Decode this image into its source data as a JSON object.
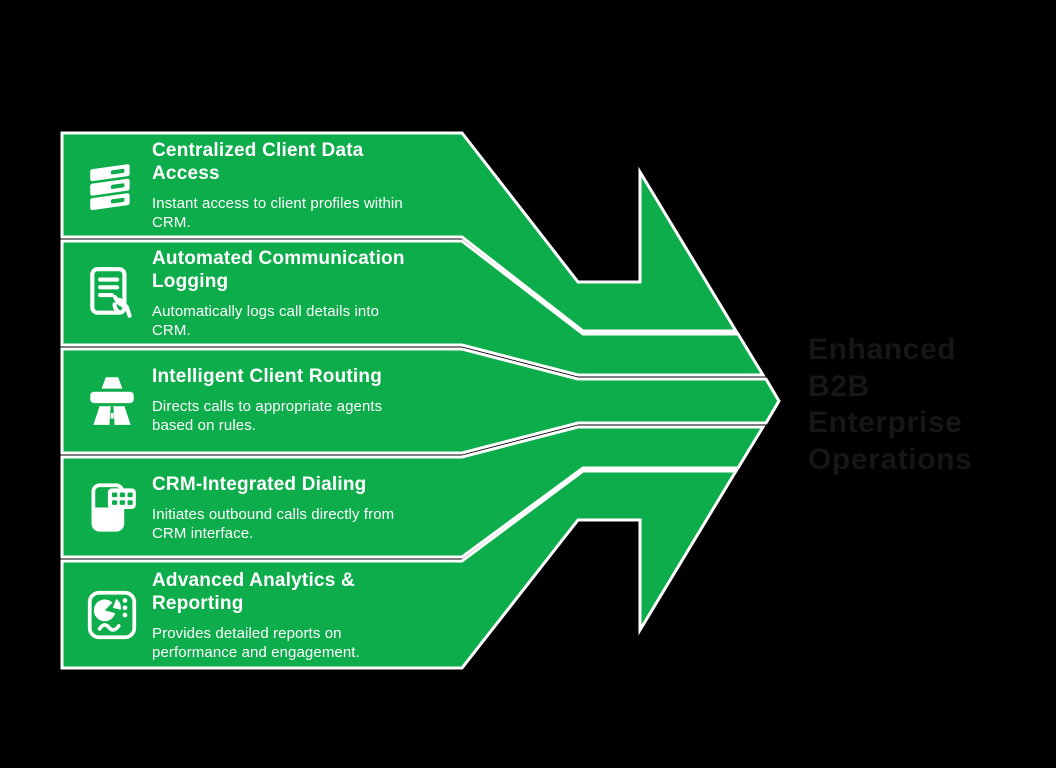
{
  "colors": {
    "background": "#000000",
    "accent_green": "#0cad4a",
    "separator_white": "#ffffff",
    "band_text": "#ffffff",
    "outcome_text": "#161616"
  },
  "bands": [
    {
      "title": "Centralized Client Data\nAccess",
      "description": "Instant access to client profiles within\nCRM.",
      "icon": "books-stack-icon"
    },
    {
      "title": "Automated Communication\nLogging",
      "description": "Automatically logs call details into\nCRM.",
      "icon": "document-logging-icon"
    },
    {
      "title": "Intelligent Client Routing",
      "description": "Directs calls to appropriate agents\nbased on rules.",
      "icon": "road-routing-icon"
    },
    {
      "title": "CRM-Integrated Dialing",
      "description": "Initiates outbound calls directly from\nCRM interface.",
      "icon": "phone-keypad-icon"
    },
    {
      "title": "Advanced Analytics &\nReporting",
      "description": "Provides detailed reports on\nperformance and engagement.",
      "icon": "analytics-chart-icon"
    }
  ],
  "outcome": {
    "label": "Enhanced\nB2B\nEnterprise\nOperations"
  }
}
